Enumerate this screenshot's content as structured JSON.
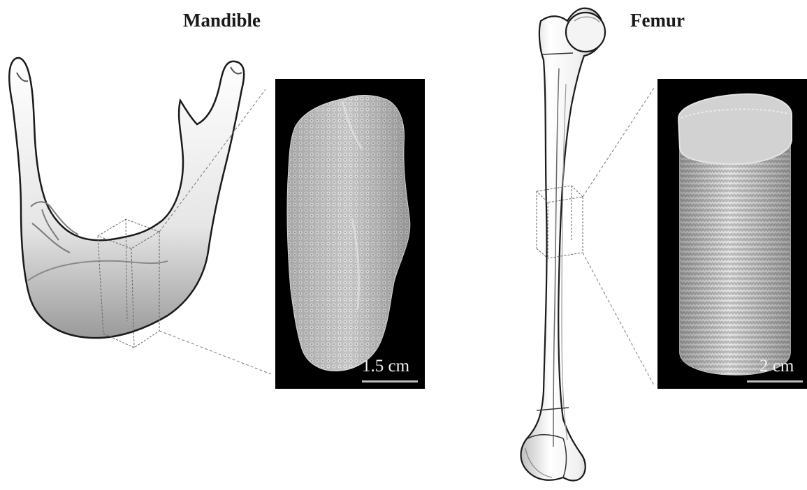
{
  "mandible": {
    "title": "Mandible",
    "scale_label": "1.5 cm"
  },
  "femur": {
    "title": "Femur",
    "scale_label": "2 cm"
  },
  "colors": {
    "background": "#ffffff",
    "bone_fill": "#f4f4f4",
    "bone_outline": "#1a1a1a",
    "panel_background": "#000000",
    "scaffold_fill": "#c9c9c9",
    "scale_bar": "#bdbdbd"
  }
}
